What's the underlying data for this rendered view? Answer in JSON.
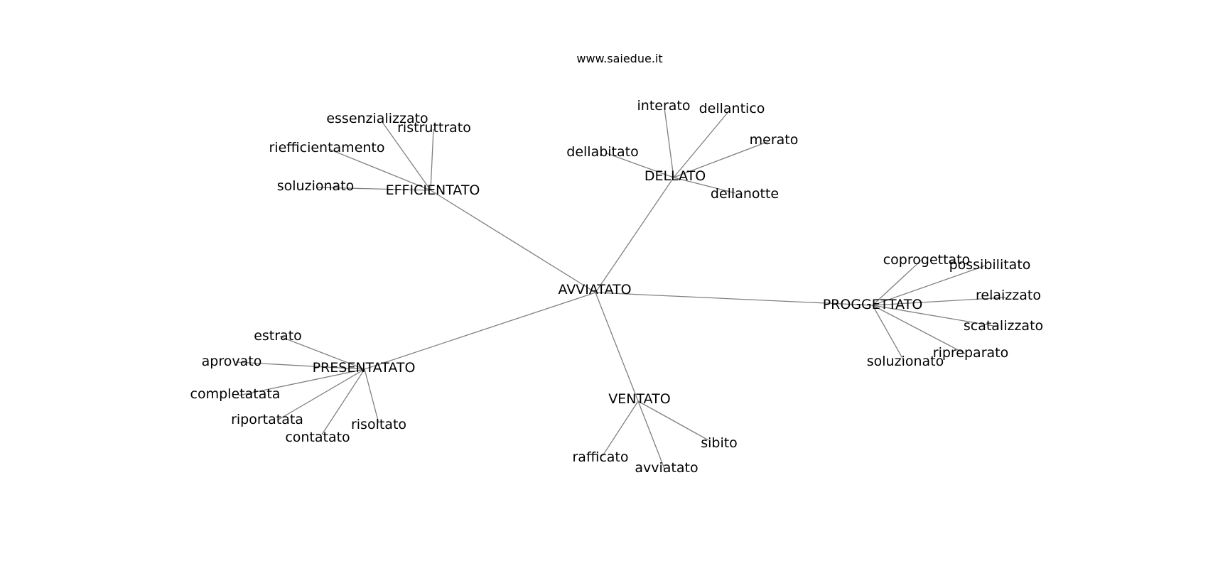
{
  "watermark": "www.saiedue.it",
  "colors": {
    "edge": "#808080",
    "text": "#000000",
    "background": "#ffffff"
  },
  "root": "AVVIATATO",
  "branches": [
    {
      "label": "EFFICIENTATO",
      "children": [
        "essenzializzato",
        "ristruttrato",
        "riefficientamento",
        "soluzionato"
      ]
    },
    {
      "label": "DELLATO",
      "children": [
        "interato",
        "dellantico",
        "dellabitato",
        "merato",
        "dellanotte"
      ]
    },
    {
      "label": "PROGGETTATO",
      "children": [
        "coprogettato",
        "possibilitato",
        "relaizzato",
        "scatalizzato",
        "ripreparato",
        "soluzionato"
      ]
    },
    {
      "label": "VENTATO",
      "children": [
        "rafficato",
        "avviatato",
        "sibito"
      ]
    },
    {
      "label": "PRESENTATATO",
      "children": [
        "estrato",
        "aprovato",
        "completatata",
        "riportatata",
        "contatato",
        "risoltato"
      ]
    }
  ]
}
